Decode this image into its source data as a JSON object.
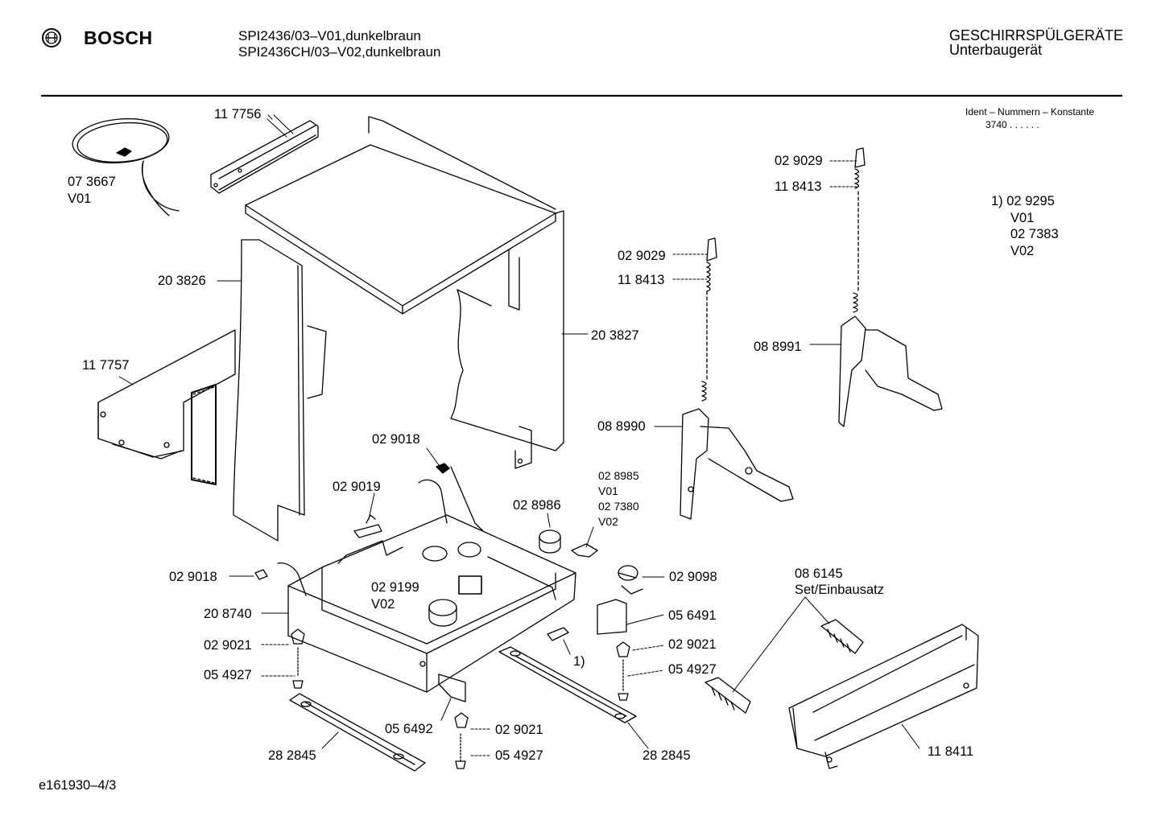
{
  "header": {
    "brand": "BOSCH",
    "model_line_1": "SPI2436/03–V01,dunkelbraun",
    "model_line_2": "SPI2436CH/03–V02,dunkelbraun",
    "category_line_1": "GESCHIRRSPÜLGERÄTE",
    "category_line_2": "Unterbaugerät",
    "ident_title": "Ident – Nummern – Konstante",
    "ident_value": "3740 .  .    .  .  .  ."
  },
  "note": {
    "line_1": "1) 02 9295",
    "line_2": "V01",
    "line_3": "02 7383",
    "line_4": "V02"
  },
  "parts": {
    "p073667": "07 3667",
    "p073667_v": "V01",
    "p117756": "11 7756",
    "p203826": "20 3826",
    "p117757": "11 7757",
    "p203827": "20 3827",
    "p029029_a": "02 9029",
    "p118413_a": "11 8413",
    "p029029_b": "02 9029",
    "p118413_b": "11 8413",
    "p088991": "08 8991",
    "p088990": "08 8990",
    "p029018_a": "02 9018",
    "p029019": "02 9019",
    "p028986": "02 8986",
    "p028985": "02 8985",
    "p028985_v": "V01",
    "p027380": "02 7380",
    "p027380_v": "V02",
    "p029018_b": "02 9018",
    "p029199": "02 9199",
    "p029199_v": "V02",
    "p029098": "02 9098",
    "p208740": "20 8740",
    "p086145": "08 6145",
    "p086145_set": "Set/Einbausatz",
    "p056491": "05 6491",
    "p029021_a": "02 9021",
    "p054927_a": "05 4927",
    "p029021_b": "02 9021",
    "p054927_b": "05 4927",
    "ref1": "1)",
    "p056492": "05 6492",
    "p029021_c": "02 9021",
    "p054927_c": "05 4927",
    "p282845_a": "28 2845",
    "p282845_b": "28 2845",
    "p118411": "11 8411"
  },
  "footer": {
    "doc_id": "e161930–4/3"
  }
}
